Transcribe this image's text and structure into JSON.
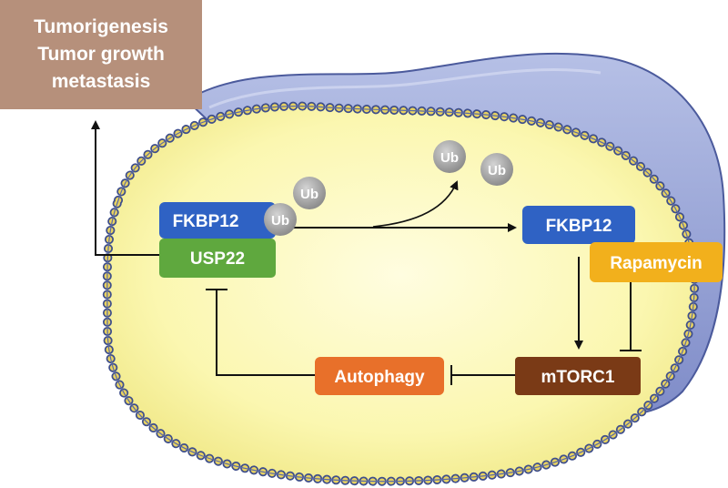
{
  "outcome": {
    "line1": "Tumorigenesis",
    "line2": "Tumor growth",
    "line3": "metastasis"
  },
  "nodes": {
    "fkbp12_bound": "FKBP12",
    "usp22": "USP22",
    "fkbp12_free": "FKBP12",
    "rapamycin": "Rapamycin",
    "mtorc1": "mTORC1",
    "autophagy": "Autophagy"
  },
  "ubiquitin": {
    "label": "Ub"
  },
  "colors": {
    "outcome_box": "#b6907b",
    "fkbp12": "#2f62c4",
    "usp22": "#5fa83e",
    "rapamycin": "#f2b01c",
    "mtorc1": "#7a3a16",
    "autophagy": "#e8702a",
    "ub": "#9a9a9a",
    "cell_fill": "#fbf7b0",
    "nucleus_fill": "#96a3d6"
  }
}
